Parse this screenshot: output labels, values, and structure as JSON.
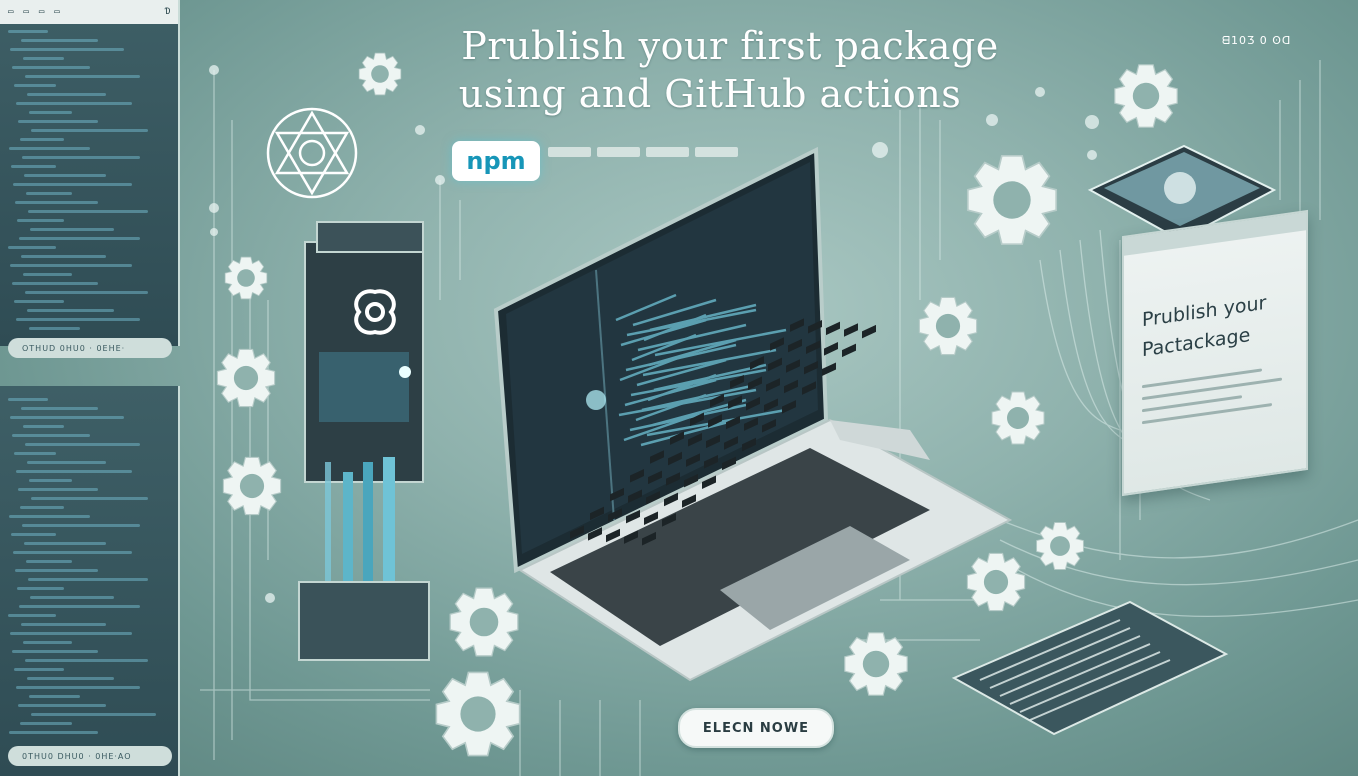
{
  "title": {
    "line1": "Prublish your first package",
    "line2": "using and GitHub actions"
  },
  "top_right_text": "ᗺ10Ӡ  0   ʘᗡ",
  "npm_logo_text": "npm",
  "left_panel_top": {
    "bar_items": [
      "▭",
      "▭",
      "▭",
      "▭",
      "Ɗ"
    ],
    "button_text": "OTHUD 0HU0 · 0EHE·"
  },
  "left_panel_bottom": {
    "button_text": "0THU0 DHU0 · 0HE·AO"
  },
  "right_document": {
    "heading": "Prublish your Pactackage"
  },
  "cta_button": {
    "label": "ELECN NOWE"
  },
  "colors": {
    "background": "#8fb2ad",
    "screen": "#1c2c33",
    "code_accent": "#6fc3d6",
    "npm_blue": "#1796b8",
    "glow": "#9ff3ff"
  },
  "icons": {
    "gear": "gear-icon",
    "network": "network-icon",
    "npm": "npm-logo"
  }
}
